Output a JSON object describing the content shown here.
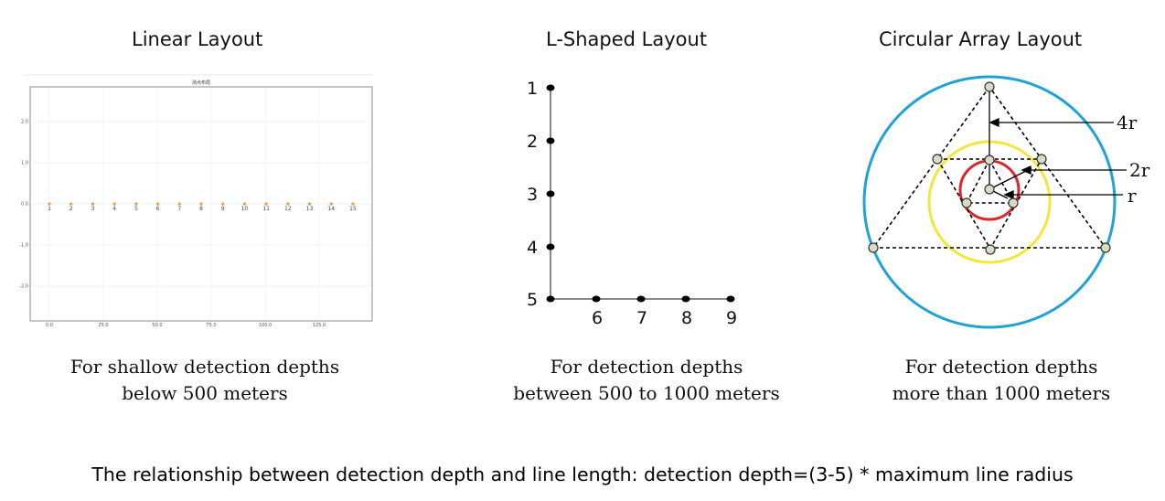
{
  "panels": [
    {
      "title": "Linear Layout",
      "plot_title": "测点布局",
      "y_ticks": [
        "2.0",
        "1.0",
        "0.0",
        "-1.0",
        "-2.0"
      ],
      "x_ticks": [
        "0.0",
        "25.0",
        "50.0",
        "75.0",
        "100.0",
        "125.0"
      ],
      "point_labels": [
        "1",
        "2",
        "3",
        "4",
        "5",
        "6",
        "7",
        "8",
        "9",
        "10",
        "11",
        "12",
        "13",
        "14",
        "15"
      ],
      "caption": [
        "For shallow detection depths",
        "below 500 meters"
      ]
    },
    {
      "title": "L-Shaped Layout",
      "vertical_labels": [
        "1",
        "2",
        "3",
        "4",
        "5"
      ],
      "horizontal_labels": [
        "6",
        "7",
        "8",
        "9"
      ],
      "caption": [
        "For detection depths",
        "between 500 to 1000 meters"
      ]
    },
    {
      "title": "Circular Array Layout",
      "radius_labels": [
        "4r",
        "2r",
        "r"
      ],
      "caption": [
        "For detection depths",
        "more than 1000 meters"
      ],
      "colors": {
        "outer_circle": "#1fa3d6",
        "middle_circle": "#f5e63c",
        "inner_circle": "#d62a2a",
        "node_fill": "#d8dcc4"
      }
    }
  ],
  "footer": "The relationship between detection depth and line length: detection depth=(3-5) * maximum line radius"
}
